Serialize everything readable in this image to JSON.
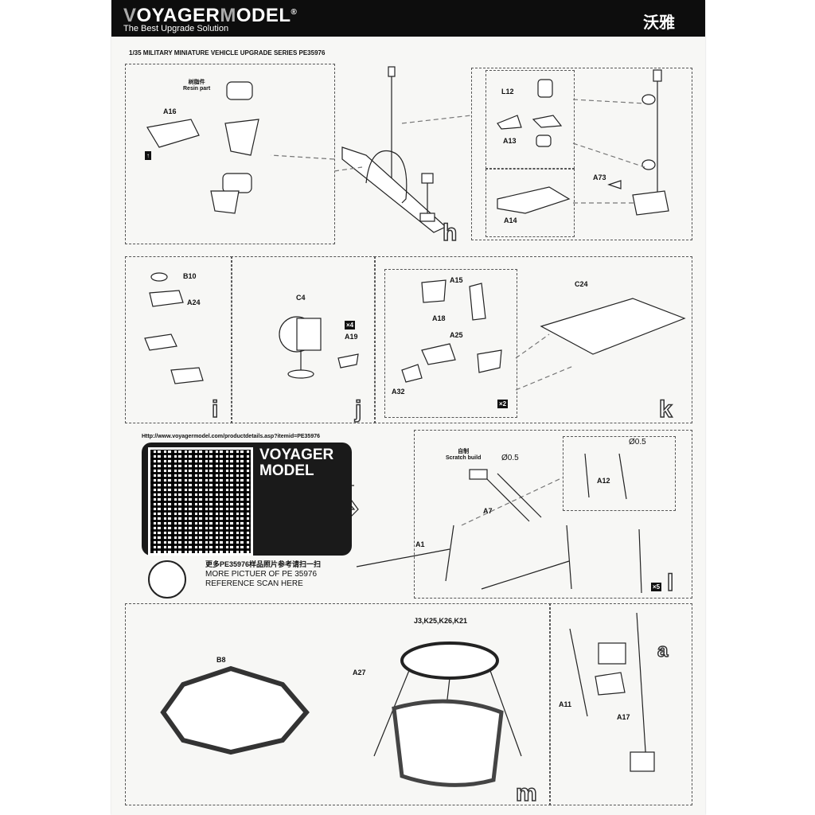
{
  "header": {
    "brand": "VOYAGERMODEL",
    "brand_v": "V",
    "brand_rest1": "OYAGER",
    "brand_m": "M",
    "brand_rest2": "ODEL",
    "registered": "®",
    "tagline": "The Best Upgrade Solution",
    "brand_cn": "沃雅"
  },
  "series_title": "1/35 MILITARY MINIATURE VEHICLE  UPGRADE SERIES PE35976",
  "steps": {
    "h": {
      "letter": "h",
      "resin_cn": "树脂件",
      "resin": "Resin part",
      "labels": [
        "A16",
        "L12",
        "A13",
        "A14",
        "A73"
      ]
    },
    "i": {
      "letter": "i",
      "labels": [
        "B10",
        "A24"
      ]
    },
    "j": {
      "letter": "j",
      "labels": [
        "C4",
        "A19"
      ],
      "badge": "×4"
    },
    "k": {
      "letter": "k",
      "labels": [
        "A15",
        "A18",
        "A25",
        "A32",
        "C24"
      ],
      "badge": "×2"
    },
    "l": {
      "letter": "l",
      "scratch_cn": "自制",
      "scratch": "Scratch build",
      "diam1": "Ø0.5",
      "diam2": "Ø0.5",
      "labels": [
        "A7",
        "A1",
        "A12"
      ],
      "badge": "×5"
    },
    "m": {
      "letter": "m",
      "labels": [
        "B8",
        "A27"
      ],
      "parts": "J3,K25,K26,K21"
    },
    "a": {
      "letter": "a",
      "labels": [
        "A11",
        "A17"
      ]
    }
  },
  "qr": {
    "url": "Http://www.voyagermodel.com/productdetails.asp?itemid=PE35976",
    "logo_line1": "VOYAGER",
    "logo_line2": "MODEL",
    "cn_text": "更多PE35976样品照片参考请扫一扫",
    "more_line1": "MORE PICTUER OF PE 35976",
    "more_line2": "REFERENCE SCAN HERE"
  }
}
